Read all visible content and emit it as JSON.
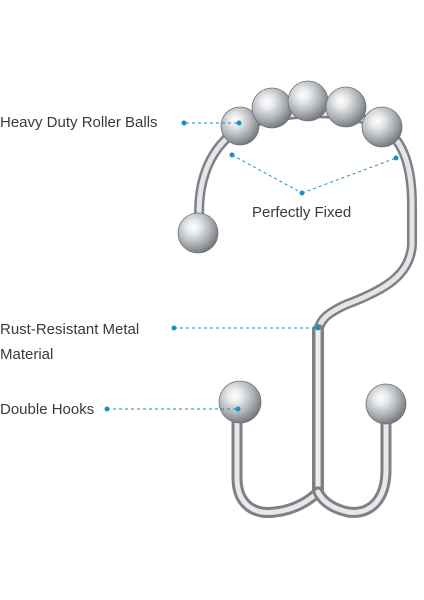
{
  "callouts": {
    "roller_balls": "Heavy Duty Roller Balls",
    "perfectly_fixed": "Perfectly Fixed",
    "rust_resistant_line1": "Rust-Resistant Metal",
    "rust_resistant_line2": "Material",
    "double_hooks": "Double Hooks"
  },
  "colors": {
    "callout_dot": "#1a8fc2",
    "callout_line": "#1a8fc2",
    "label_text": "#3a3a3a",
    "metal": "#c0c4c8"
  }
}
